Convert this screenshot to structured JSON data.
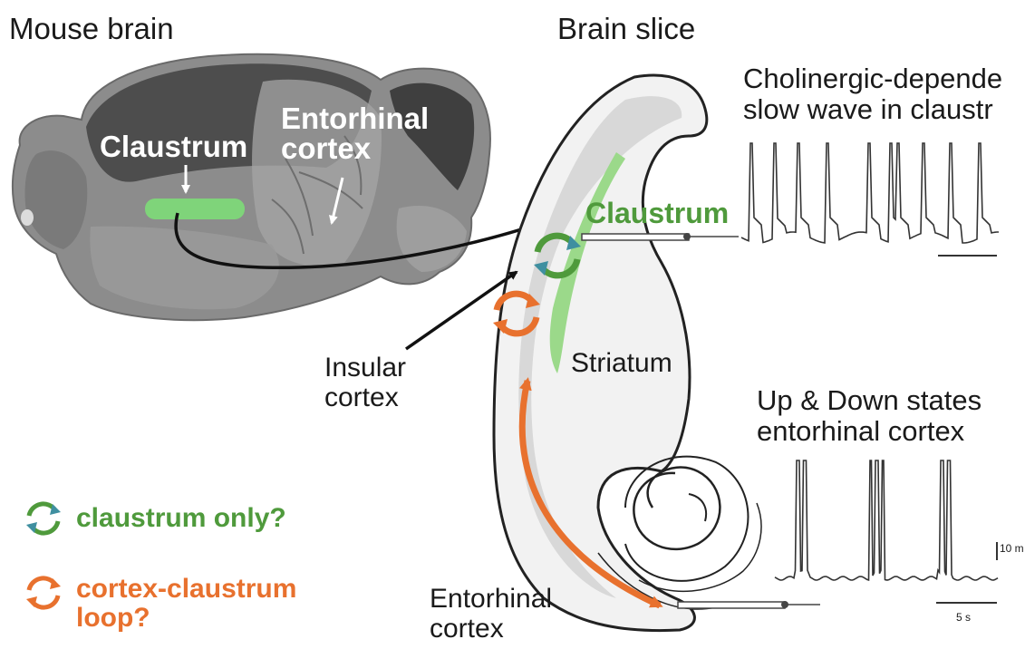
{
  "panels": {
    "mouse_brain_title": "Mouse brain",
    "brain_slice_title": "Brain slice"
  },
  "mouse_brain": {
    "claustrum_label": "Claustrum",
    "entorhinal_label": "Entorhinal\ncortex"
  },
  "slice": {
    "claustrum_label": "Claustrum",
    "insular_label": "Insular\ncortex",
    "striatum_label": "Striatum",
    "entorhinal_label": "Entorhinal\ncortex"
  },
  "recordings": {
    "claustrum_title": "Cholinergic-depende\nslow wave in claustr",
    "entorhinal_title": "Up & Down states\nentorhinal cortex",
    "voltage_scale": "10 m",
    "time_scale": "5 s"
  },
  "legend": {
    "claustrum_only": "claustrum only?",
    "loop": "cortex-claustrum\nloop?"
  },
  "colors": {
    "claustrum_green": "#4f9a3c",
    "highlight_green": "#7fd47a",
    "loop_orange": "#e8712e",
    "cycle_teal": "#3f8fa0"
  }
}
